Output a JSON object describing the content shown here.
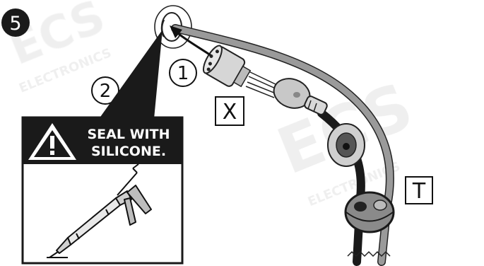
{
  "step": {
    "number": "5"
  },
  "watermark": {
    "brand": "ECS",
    "text": "ELECTRONICS"
  },
  "callouts": [
    {
      "label": "1"
    },
    {
      "label": "2"
    }
  ],
  "parts": {
    "x_label": "X",
    "t_label": "T"
  },
  "warning": {
    "line1": "SEAL WITH",
    "line2": "SILICONE.",
    "icon": "warning-triangle-icon",
    "illustration": "caulking-gun-icon"
  },
  "colors": {
    "black": "#1a1a1a",
    "grey_cable": "#9a9a9a",
    "grommet": "#8a8a8a",
    "watermark": "#eeeeee"
  }
}
